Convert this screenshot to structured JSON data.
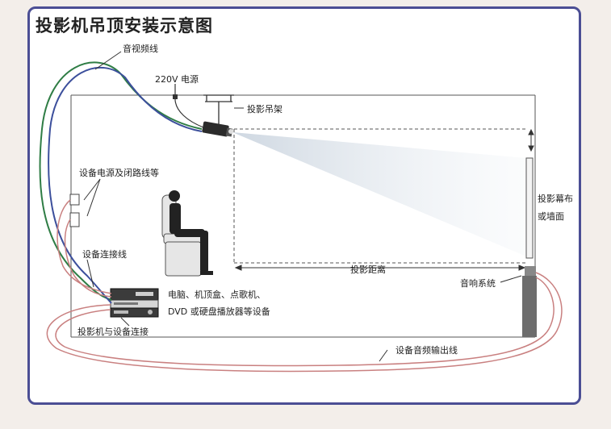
{
  "title": "投影机吊顶安装示意图",
  "labels": {
    "av_cable": "音视频线",
    "power_220v": "220V 电源",
    "ceiling_mount": "投影吊架",
    "power_switch": "设备电源及闭路线等",
    "connect_cable": "设备连接线",
    "devices_line1": "电脑、机顶盒、点歌机、",
    "devices_line2": "DVD 或硬盘播放器等设备",
    "projector_connect": "投影机与设备连接",
    "screen_line1": "投影幕布",
    "screen_line2": "或墙面",
    "projection_distance": "投影距离",
    "sound_system": "音响系统",
    "audio_output_cable": "设备音频输出线"
  },
  "colors": {
    "frame": "#4b4e94",
    "cable_green": "#2f7d45",
    "cable_blue": "#3c4f9c",
    "cable_red": "#c98080"
  }
}
